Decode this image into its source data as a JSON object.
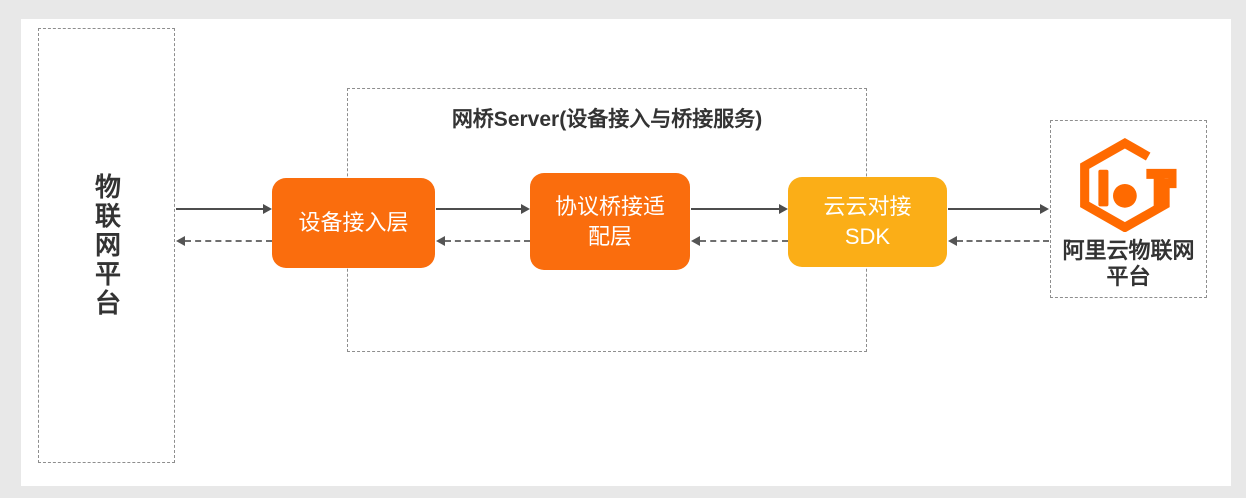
{
  "page": {
    "background_color": "#e8e8e8",
    "canvas_color": "#ffffff"
  },
  "colors": {
    "box_orange": "#fa6d0d",
    "box_amber": "#fbae17",
    "logo_orange": "#ff6a00",
    "text_dark": "#333333",
    "box_text": "#ffffff",
    "arrow_solid": "#4d4d4d",
    "arrow_dashed": "#6e6e6e",
    "dashed_border": "#8e8e8e"
  },
  "diagram": {
    "left_platform": {
      "label": "物联网平台"
    },
    "bridge_server": {
      "title": "网桥Server(设备接入与桥接服务)",
      "device_access": {
        "line1": "设备接入层"
      },
      "protocol_adapter": {
        "line1": "协议桥接适",
        "line2": "配层"
      },
      "cloud_sdk": {
        "line1": "云云对接",
        "line2": "SDK"
      }
    },
    "aliyun_platform": {
      "line1": "阿里云物联网",
      "line2": "平台",
      "logo_icon": "aliyun-iot-logo"
    }
  }
}
